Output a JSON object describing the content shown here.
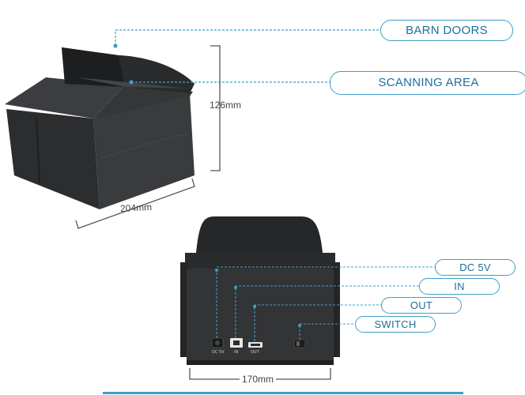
{
  "callouts": {
    "barn_doors": "BARN DOORS",
    "scanning_area": "SCANNING AREA",
    "dc_5v": "DC 5V",
    "in": "IN",
    "out": "OUT",
    "switch": "SWITCH"
  },
  "dimensions": {
    "height": "126mm",
    "depth": "204mm",
    "width": "170mm"
  },
  "port_labels": {
    "dc": "DC 5V",
    "in": "IN",
    "out": "OUT"
  },
  "colors": {
    "accent_line": "#3d9fc9",
    "callout_text": "#1f6e9c",
    "device_body": "#2f3032"
  }
}
